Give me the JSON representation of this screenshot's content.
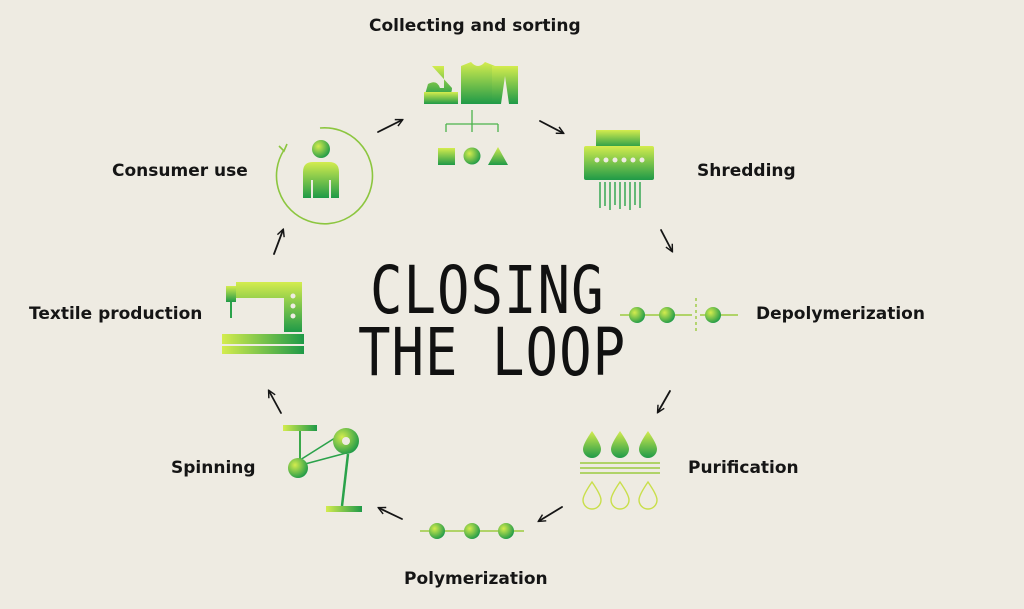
{
  "title": {
    "line1": "CLOSING",
    "line2": "THE LOOP"
  },
  "stages": [
    {
      "id": "collecting",
      "label": "Collecting and sorting",
      "icon": "clothing-sorting-icon"
    },
    {
      "id": "shredding",
      "label": "Shredding",
      "icon": "shredder-icon"
    },
    {
      "id": "depolymerization",
      "label": "Depolymerization",
      "icon": "separated-molecules-icon"
    },
    {
      "id": "purification",
      "label": "Purification",
      "icon": "droplets-filter-icon"
    },
    {
      "id": "polymerization",
      "label": "Polymerization",
      "icon": "linked-molecules-icon"
    },
    {
      "id": "spinning",
      "label": "Spinning",
      "icon": "spinning-wheel-icon"
    },
    {
      "id": "textile-production",
      "label": "Textile production",
      "icon": "sewing-machine-icon"
    },
    {
      "id": "consumer-use",
      "label": "Consumer use",
      "icon": "person-cycle-icon"
    }
  ],
  "colors": {
    "green-light": "#d4ec4e",
    "green-dark": "#1f9a48",
    "ink": "#151515",
    "background": "#eeebe2"
  }
}
